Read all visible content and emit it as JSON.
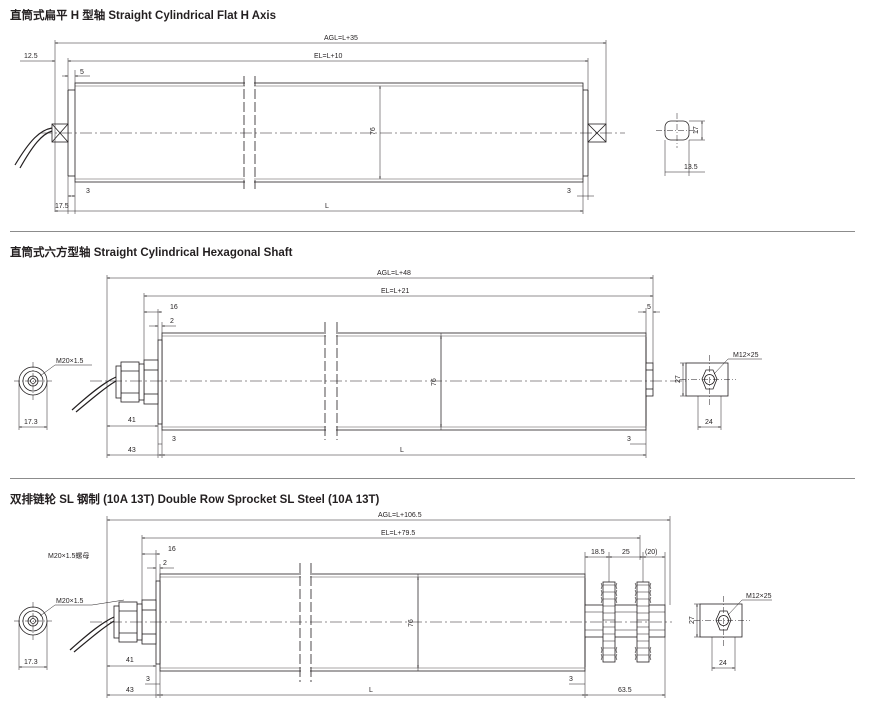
{
  "sections": [
    {
      "title": "直筒式扁平 H 型轴 Straight Cylindrical Flat H Axis",
      "dims": {
        "agl": "AGL=L+35",
        "el": "EL=L+10",
        "left_ext": "12.5",
        "gap": "5",
        "dia": "76",
        "end_left": "3",
        "end_right": "3",
        "offset": "17.5",
        "length": "L",
        "shaft_h": "17",
        "shaft_w": "13.5"
      }
    },
    {
      "title": "直筒式六方型轴 Straight Cylindrical Hexagonal Shaft",
      "dims": {
        "agl": "AGL=L+48",
        "el": "EL=L+21",
        "d16": "16",
        "d2": "2",
        "right_gap": "5",
        "thread": "M20×1.5",
        "nut_w": "17.3",
        "d41": "41",
        "d43": "43",
        "end_left": "3",
        "end_right": "3",
        "length": "L",
        "dia": "76",
        "hex_h": "27",
        "hex_w": "24",
        "bolt": "M12×25"
      }
    },
    {
      "title": "双排链轮 SL 钢制 (10A 13T) Double Row Sprocket SL Steel (10A 13T)",
      "dims": {
        "agl": "AGL=L+106.5",
        "el": "EL=L+79.5",
        "nut_label": "M20×1.5螺母",
        "d16": "16",
        "d2": "2",
        "sp1": "18.5",
        "sp2": "25",
        "sp3": "(20)",
        "thread": "M20×1.5",
        "nut_w": "17.3",
        "d41": "41",
        "d43": "43",
        "end_left": "3",
        "end_right": "3",
        "length": "L",
        "right_ext": "63.5",
        "dia": "76",
        "hex_h": "27",
        "hex_w": "24",
        "bolt": "M12×25"
      }
    }
  ]
}
